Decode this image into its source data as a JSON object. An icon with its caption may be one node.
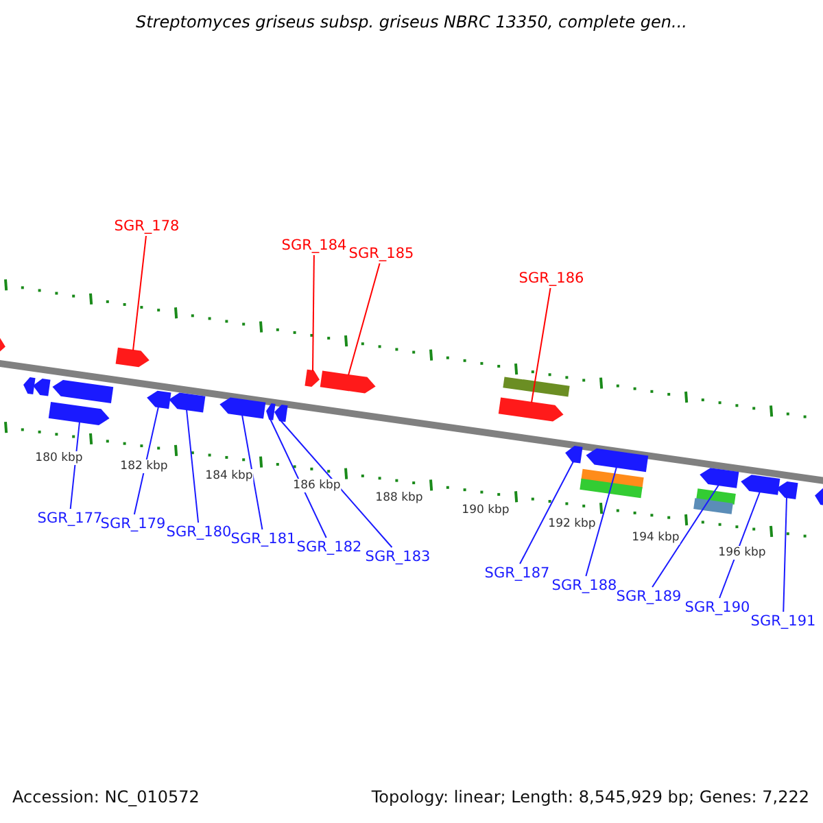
{
  "diagram": {
    "title": "Streptomyces griseus subsp. griseus NBRC 13350, complete gen...",
    "nodes": [
      {
        "text": [
          "SGR_178"
        ]
      },
      {
        "text": [
          "SGR_184"
        ]
      },
      {
        "text": [
          "SGR_185"
        ]
      },
      {
        "text": [
          "SGR_186"
        ]
      },
      {
        "text": [
          "SGR_177"
        ]
      },
      {
        "text": [
          "SGR_179"
        ]
      },
      {
        "text": [
          "SGR_180"
        ]
      },
      {
        "text": [
          "SGR_181"
        ]
      },
      {
        "text": [
          "SGR_182"
        ]
      },
      {
        "text": [
          "SGR_183"
        ]
      },
      {
        "text": [
          "SGR_187"
        ]
      },
      {
        "text": [
          "SGR_188"
        ]
      },
      {
        "text": [
          "SGR_189"
        ]
      },
      {
        "text": [
          "SGR_190"
        ]
      },
      {
        "text": [
          "SGR_191"
        ]
      },
      {
        "text": [],
        "shape": "arrow"
      },
      {
        "text": [],
        "shape": "arrow"
      },
      {
        "text": [],
        "shape": "arrow"
      },
      {
        "text": [],
        "shape": "arrow"
      },
      {
        "text": [],
        "shape": "bar"
      },
      {
        "text": [],
        "shape": "arrow"
      },
      {
        "text": [],
        "shape": "arrow"
      },
      {
        "text": [],
        "shape": "arrow"
      },
      {
        "text": [],
        "shape": "arrow"
      },
      {
        "text": [],
        "shape": "arrow"
      },
      {
        "text": [],
        "shape": "arrow"
      },
      {
        "text": [],
        "shape": "arrow"
      },
      {
        "text": [],
        "shape": "arrow"
      },
      {
        "text": [],
        "shape": "arrow"
      },
      {
        "text": [],
        "shape": "arrow"
      },
      {
        "text": [],
        "shape": "arrow"
      },
      {
        "text": [],
        "shape": "arrow"
      },
      {
        "text": [],
        "shape": "arrow"
      },
      {
        "text": [],
        "shape": "arrow"
      },
      {
        "text": [],
        "shape": "arrow"
      },
      {
        "text": [],
        "shape": "arrow"
      },
      {
        "text": [],
        "shape": "bar"
      },
      {
        "text": [],
        "shape": "bar"
      },
      {
        "text": [],
        "shape": "bar"
      },
      {
        "text": [],
        "shape": "bar"
      }
    ],
    "edges": [
      {
        "from": 0,
        "to": 16,
        "arrow": "none",
        "color": "#ff0000"
      },
      {
        "from": 1,
        "to": 17,
        "arrow": "none",
        "color": "#ff0000"
      },
      {
        "from": 2,
        "to": 18,
        "arrow": "none",
        "color": "#ff0000"
      },
      {
        "from": 3,
        "to": 20,
        "arrow": "none",
        "color": "#ff0000"
      },
      {
        "from": 4,
        "to": 35,
        "arrow": "none"
      },
      {
        "from": 5,
        "to": 24,
        "arrow": "none"
      },
      {
        "from": 6,
        "to": 25,
        "arrow": "none"
      },
      {
        "from": 7,
        "to": 26,
        "arrow": "none"
      },
      {
        "from": 8,
        "to": 27,
        "arrow": "none"
      },
      {
        "from": 9,
        "to": 28,
        "arrow": "none"
      },
      {
        "from": 10,
        "to": 29,
        "arrow": "none"
      },
      {
        "from": 11,
        "to": 30,
        "arrow": "none"
      },
      {
        "from": 12,
        "to": 31,
        "arrow": "none"
      },
      {
        "from": 13,
        "to": 32,
        "arrow": "none"
      },
      {
        "from": 14,
        "to": 33,
        "arrow": "none"
      }
    ],
    "labels": [
      "180 kbp",
      "182 kbp",
      "184 kbp",
      "186 kbp",
      "188 kbp",
      "190 kbp",
      "192 kbp",
      "194 kbp",
      "196 kbp",
      "Accession: NC_010572",
      "Topology: linear; Length: 8,545,929 bp; Genes: 7,222"
    ]
  }
}
